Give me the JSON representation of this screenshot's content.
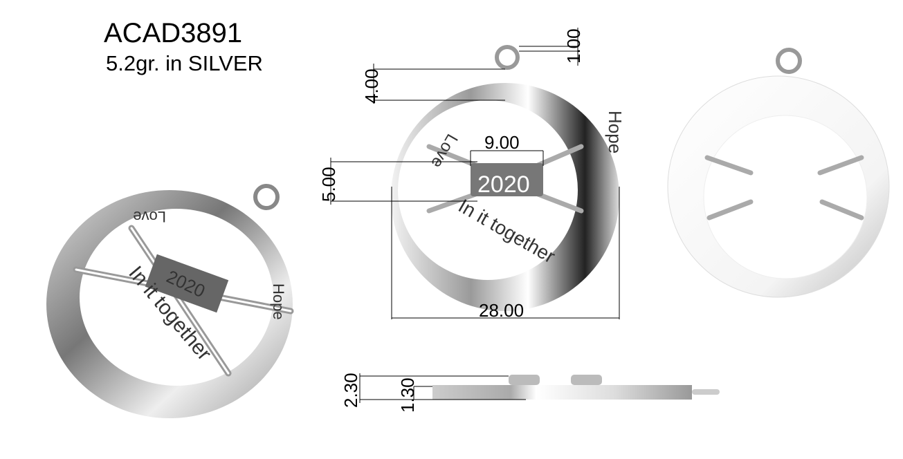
{
  "header": {
    "title": "ACAD3891",
    "subtitle": "5.2gr.  in SILVER"
  },
  "dimensions": {
    "bail_thickness": "1.00",
    "bail_height": "4.00",
    "center_width": "9.00",
    "center_height": "5.00",
    "diameter": "28.00",
    "total_thickness": "2.30",
    "ring_thickness": "1.30"
  },
  "engraving": {
    "love": "Love",
    "hope": "Hope",
    "motto": "In it together",
    "year": "2020"
  }
}
